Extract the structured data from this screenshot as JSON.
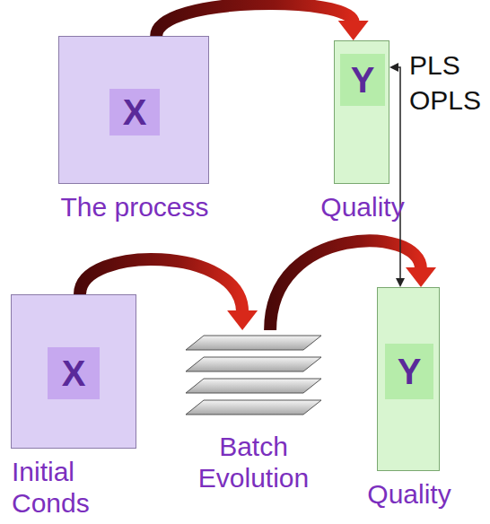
{
  "diagram": {
    "nodes": [
      {
        "text": [
          "The process"
        ]
      },
      {
        "text": [
          "X"
        ],
        "in": 0
      },
      {
        "text": [
          "Quality"
        ]
      },
      {
        "text": [
          "Y"
        ],
        "in": 2
      },
      {
        "text": [
          "Initial Conds"
        ]
      },
      {
        "text": [
          "X"
        ],
        "in": 4
      },
      {
        "text": [
          "Batch Evolution"
        ]
      },
      {
        "text": [
          "Quality"
        ]
      },
      {
        "text": [
          "Y"
        ],
        "in": 7
      }
    ],
    "edges": [
      {
        "from": 0,
        "to": 2,
        "arrow": "to"
      },
      {
        "from": 4,
        "to": 6,
        "arrow": "to"
      },
      {
        "from": 6,
        "to": 7,
        "arrow": "to"
      },
      {
        "from": 2,
        "to": 7,
        "arrow": "both",
        "label": "PLS OPLS"
      }
    ]
  }
}
